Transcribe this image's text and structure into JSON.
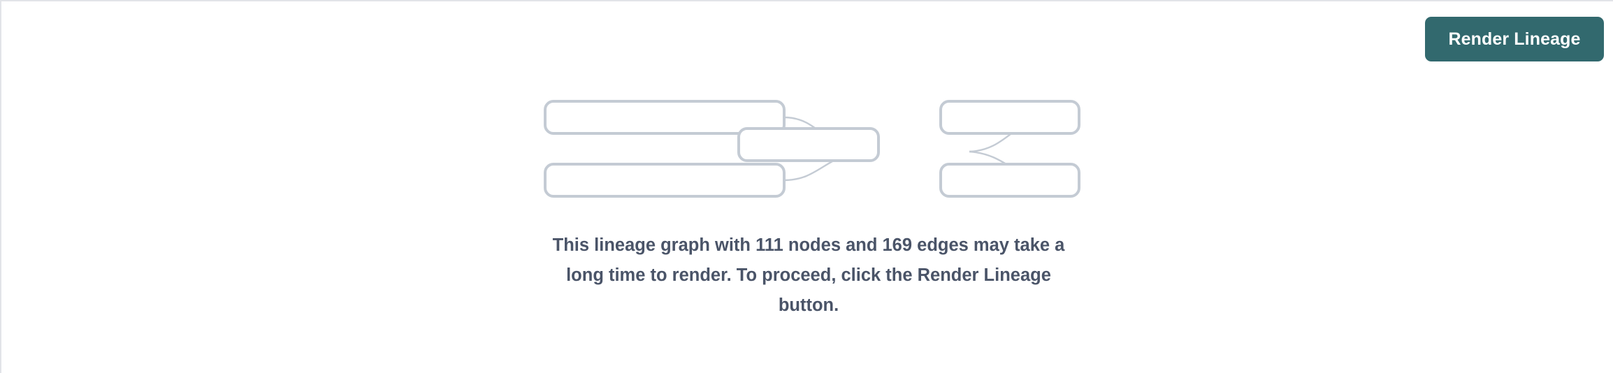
{
  "panel": {
    "background_color": "#ffffff",
    "border_color": "#e2e4e8"
  },
  "toolbar": {
    "render_button_label": "Render Lineage",
    "render_button_color": "#32696e",
    "render_button_text_color": "#ffffff"
  },
  "illustration": {
    "node_border_color": "#c4cbd4",
    "node_fill_color": "#ffffff",
    "edge_color": "#c4cbd4",
    "nodes": [
      {
        "id": "source-1",
        "label": "",
        "column": "left",
        "row": 1
      },
      {
        "id": "source-2",
        "label": "",
        "column": "left",
        "row": 2
      },
      {
        "id": "center-1",
        "label": "",
        "column": "center",
        "row": 1
      },
      {
        "id": "target-1",
        "label": "",
        "column": "right",
        "row": 1
      },
      {
        "id": "target-2",
        "label": "",
        "column": "right",
        "row": 2
      }
    ],
    "edges": [
      {
        "from": "source-1",
        "to": "center-1"
      },
      {
        "from": "source-2",
        "to": "center-1"
      },
      {
        "from": "center-1",
        "to": "target-1"
      },
      {
        "from": "center-1",
        "to": "target-2"
      }
    ]
  },
  "message": {
    "text": "This lineage graph with 111 nodes and 169 edges may take a long time to render. To proceed, click the Render Lineage button.",
    "node_count": 111,
    "edge_count": 169,
    "text_color": "#4a5468"
  }
}
